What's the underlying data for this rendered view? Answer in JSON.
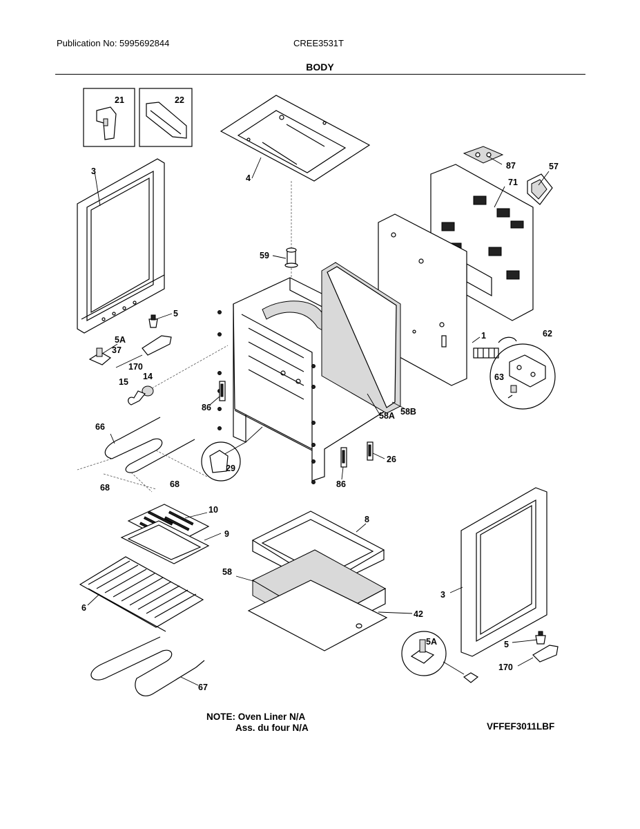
{
  "header": {
    "publication": "Publication No: 5995692844",
    "model": "CREE3531T",
    "section_title": "BODY"
  },
  "callouts": {
    "c21": "21",
    "c22": "22",
    "c3_left": "3",
    "c4": "4",
    "c87": "87",
    "c57": "57",
    "c71": "71",
    "c59": "59",
    "c5_left": "5",
    "c5A_left": "5A",
    "c37": "37",
    "c170_left": "170",
    "c14": "14",
    "c15": "15",
    "c1": "1",
    "c62": "62",
    "c63": "63",
    "c58A": "58A",
    "c58B": "58B",
    "c86_left": "86",
    "c86_mid": "86",
    "c26": "26",
    "c29": "29",
    "c66": "66",
    "c68_a": "68",
    "c68_b": "68",
    "c10": "10",
    "c9": "9",
    "c8": "8",
    "c58": "58",
    "c42": "42",
    "c6": "6",
    "c3_right": "3",
    "c5A_right": "5A",
    "c5_right": "5",
    "c170_right": "170",
    "c67": "67"
  },
  "footer": {
    "note_line1": "NOTE: Oven Liner N/A",
    "note_line2": "Ass. du four N/A",
    "figure_code": "VFFEF3011LBF"
  }
}
